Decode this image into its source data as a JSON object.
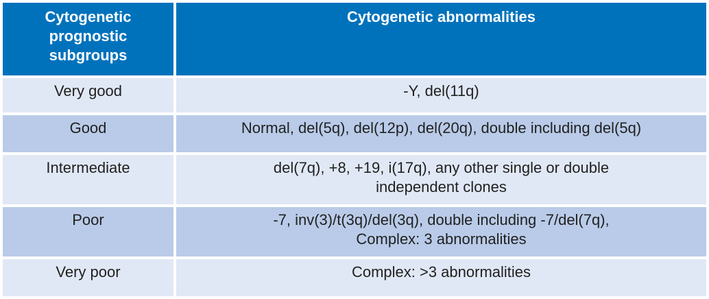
{
  "table": {
    "title": "Cytogenetic prognostic subgroups table",
    "colors": {
      "header_bg": "#0072bc",
      "header_text": "#ffffff",
      "row_light_bg": "#e1e8f5",
      "row_medium_bg": "#b9cbe8",
      "body_text": "#212121",
      "gap": "#ffffff"
    },
    "columns": {
      "subgroups_header": "Cytogenetic\nprognostic\nsubgroups",
      "abnormalities_header": "Cytogenetic abnormalities"
    },
    "rows": [
      {
        "subgroup": "Very good",
        "abnormalities": "-Y, del(11q)"
      },
      {
        "subgroup": "Good",
        "abnormalities": "Normal, del(5q), del(12p), del(20q), double including del(5q)"
      },
      {
        "subgroup": "Intermediate",
        "abnormalities": "del(7q), +8, +19, i(17q), any other single or double\nindependent clones"
      },
      {
        "subgroup": "Poor",
        "abnormalities": "-7, inv(3)/t(3q)/del(3q), double including -7/del(7q),\nComplex: 3 abnormalities"
      },
      {
        "subgroup": "Very poor",
        "abnormalities": "Complex: >3 abnormalities"
      }
    ]
  }
}
